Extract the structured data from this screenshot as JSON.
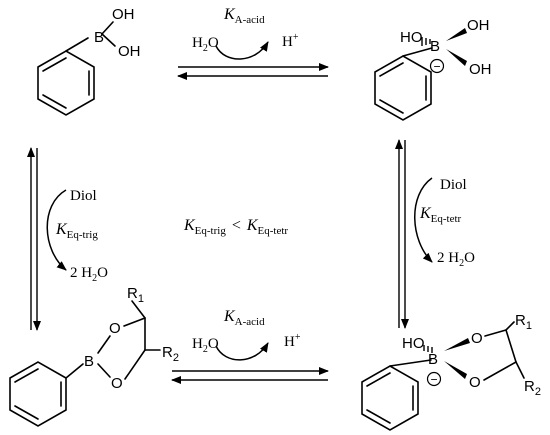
{
  "structures": {
    "boronic_acid": {
      "boron": "B",
      "oh_top": "OH",
      "oh_right": "OH"
    },
    "boronate_anion": {
      "boron": "B",
      "ho_left": "HO",
      "oh_right_top": "OH",
      "oh_right_bottom": "OH",
      "charge": "−"
    },
    "trigonal_ester": {
      "boron": "B",
      "o_top": "O",
      "o_bottom": "O",
      "r1": "R",
      "r1_sub": "1",
      "r2": "R",
      "r2_sub": "2"
    },
    "tetrahedral_ester": {
      "boron": "B",
      "ho_left": "HO",
      "o_top": "O",
      "o_bottom": "O",
      "charge": "−",
      "r1": "R",
      "r1_sub": "1",
      "r2": "R",
      "r2_sub": "2"
    }
  },
  "top_reaction": {
    "k": "K",
    "k_sub": "A-acid",
    "reactant": "H",
    "reactant_sub": "2",
    "reactant_end": "O",
    "product": "H",
    "product_sup": "+"
  },
  "bottom_reaction": {
    "k": "K",
    "k_sub": "A-acid",
    "reactant": "H",
    "reactant_sub": "2",
    "reactant_end": "O",
    "product": "H",
    "product_sup": "+"
  },
  "left_reaction": {
    "reagent": "Diol",
    "k": "K",
    "k_sub": "Eq-trig",
    "product": "2 H",
    "product_sub": "2",
    "product_end": "O"
  },
  "right_reaction": {
    "reagent": "Diol",
    "k": "K",
    "k_sub": "Eq-tetr",
    "product": "2 H",
    "product_sub": "2",
    "product_end": "O"
  },
  "center_relation": {
    "k_left": "K",
    "k_left_sub": "Eq-trig",
    "operator": "<",
    "k_right": "K",
    "k_right_sub": "Eq-tetr"
  }
}
